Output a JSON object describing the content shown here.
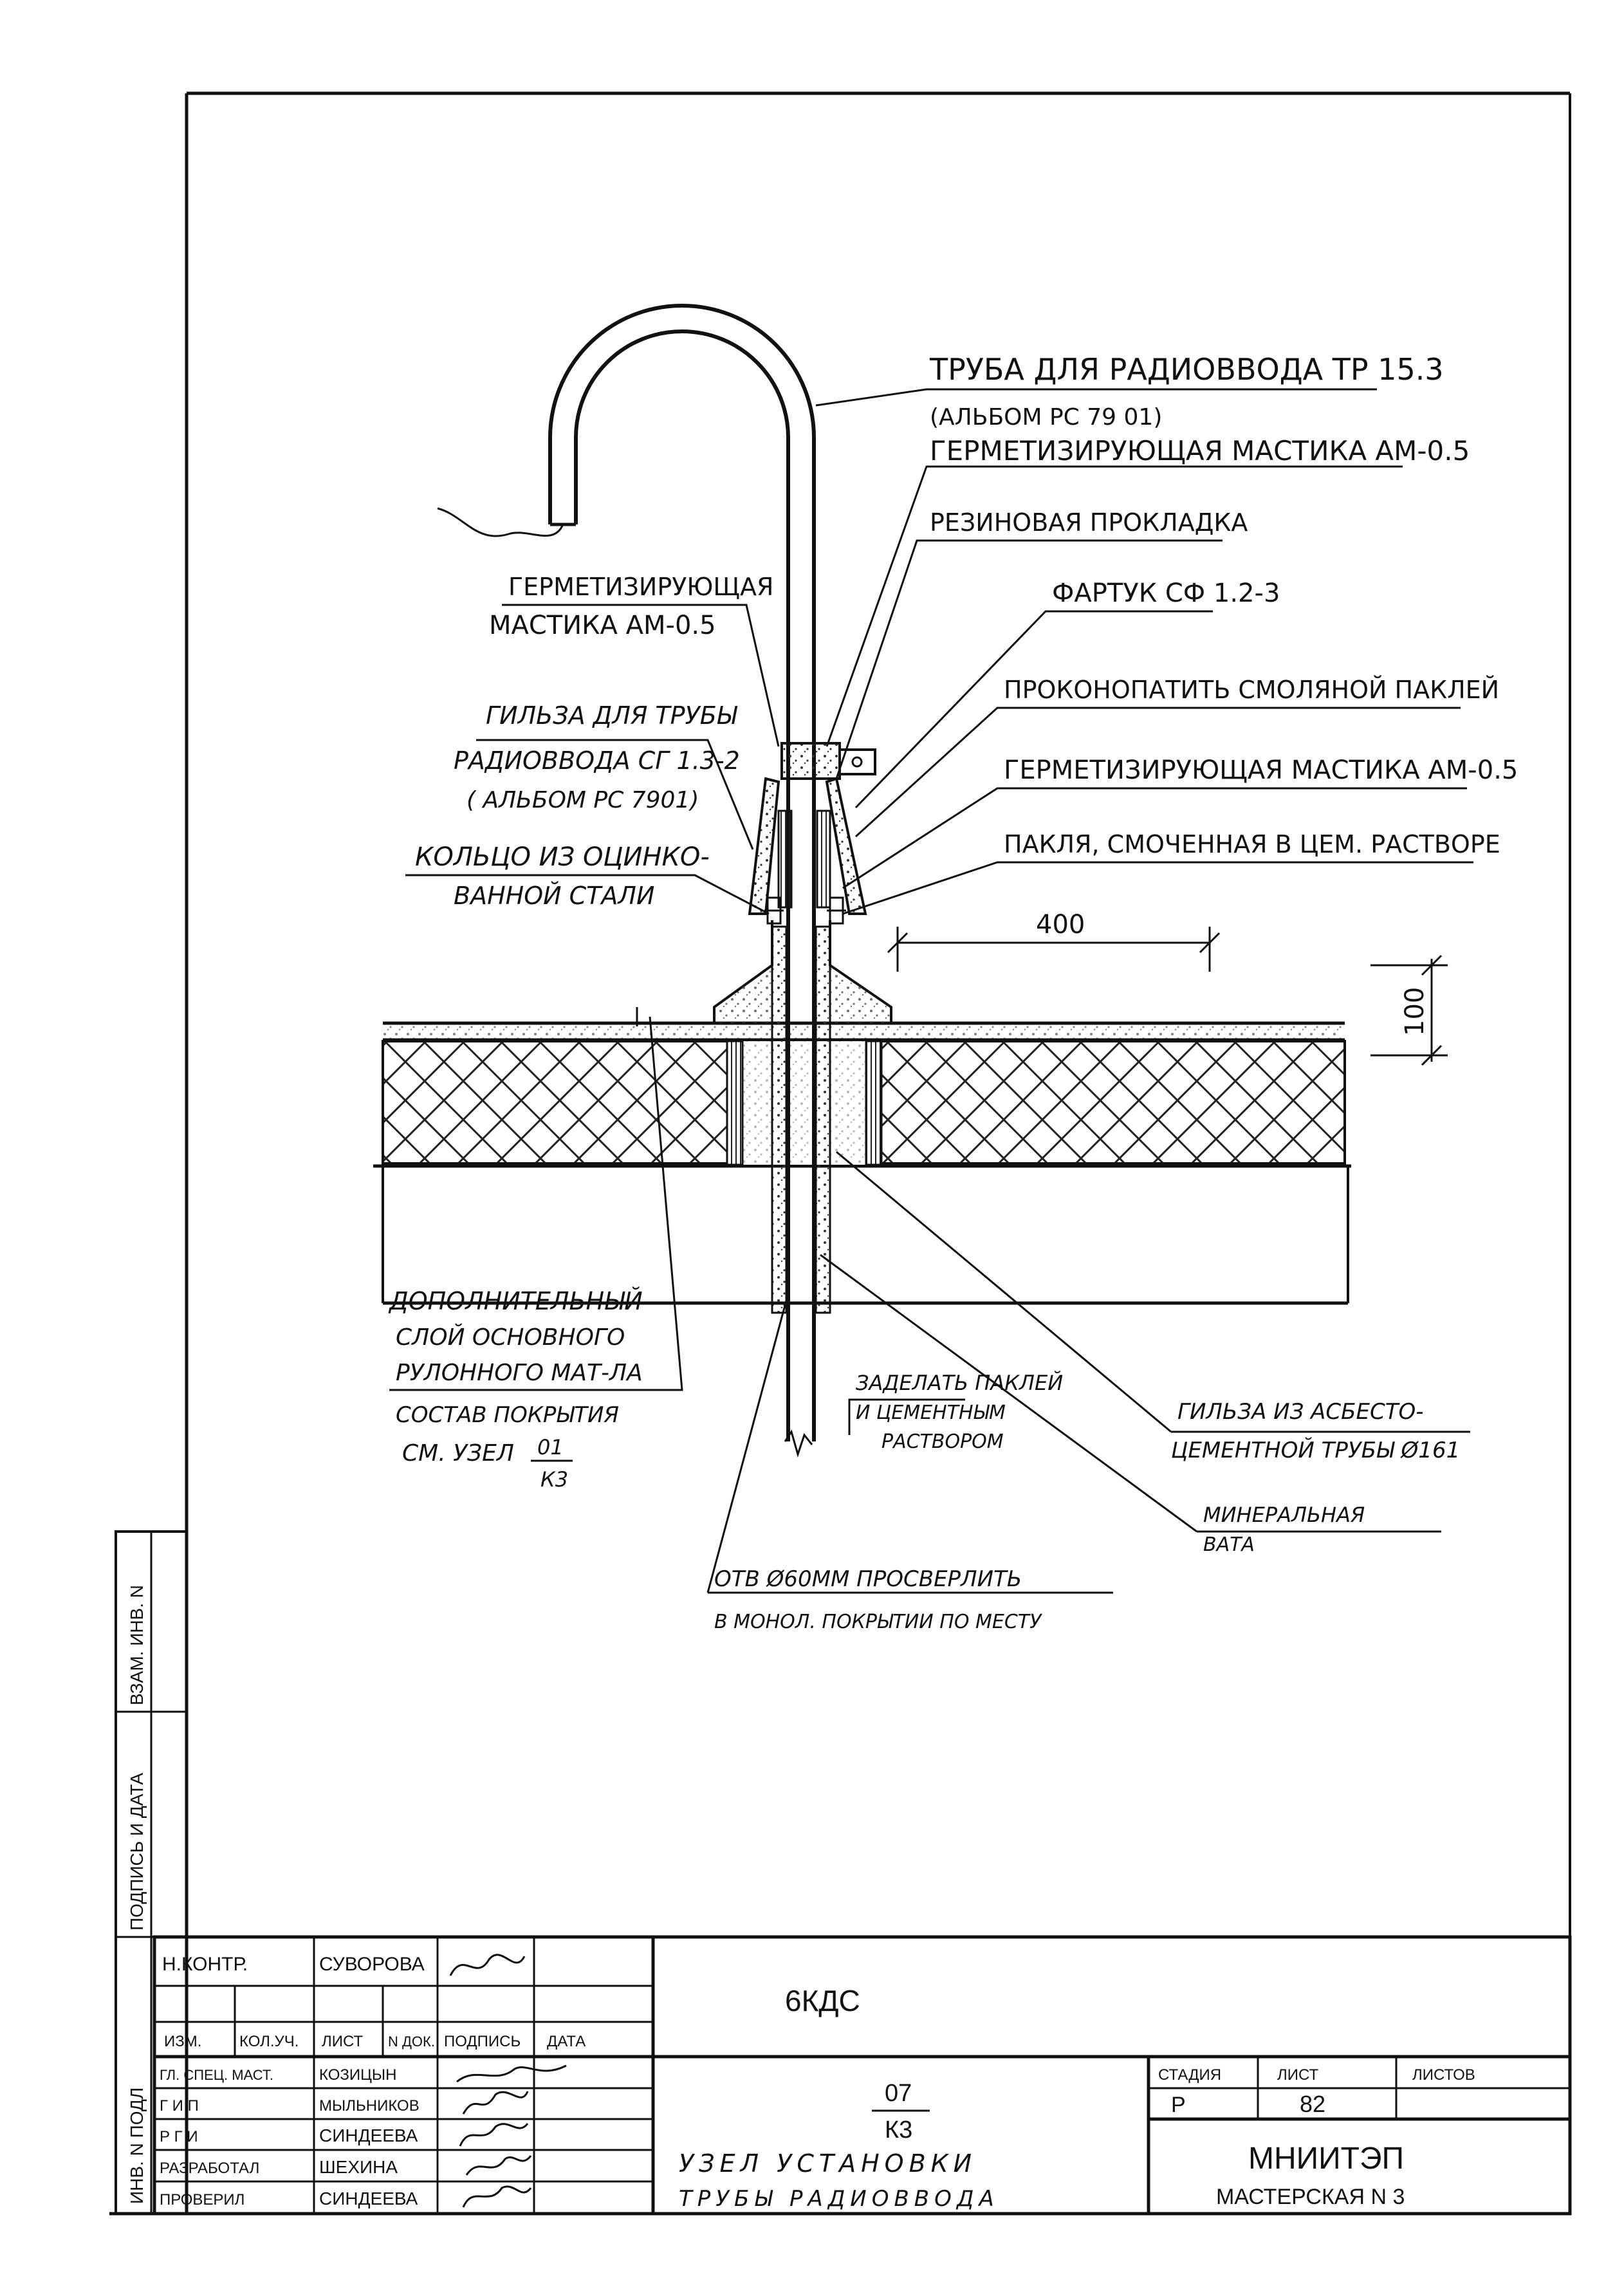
{
  "labels": {
    "pipe_l1": "ТРУБА ДЛЯ РАДИОВВОДА ТР 15.3",
    "pipe_l2": "(АЛЬБОМ РС 79 01)",
    "mastic_top": "ГЕРМЕТИЗИРУЮЩАЯ МАСТИКА АМ-0.5",
    "rubber": "РЕЗИНОВАЯ ПРОКЛАДКА",
    "apron": "ФАРТУК СФ 1.2-3",
    "caulk": "ПРОКОНОПАТИТЬ СМОЛЯНОЙ ПАКЛЕЙ",
    "mastic_mid": "ГЕРМЕТИЗИРУЮЩАЯ МАСТИКА АМ-0.5",
    "tow": "ПАКЛЯ, СМОЧЕННАЯ В ЦЕМ. РАСТВОРЕ",
    "left_mastic_l1": "ГЕРМЕТИЗИРУЮЩАЯ",
    "left_mastic_l2": "МАСТИКА АМ-0.5",
    "sleeve_l1": "ГИЛЬЗА ДЛЯ ТРУБЫ",
    "sleeve_l2": "РАДИОВВОДА СГ 1.3-2",
    "sleeve_l3": "( АЛЬБОМ РС 7901)",
    "ring_l1": "КОЛЬЦО ИЗ ОЦИНКО-",
    "ring_l2": "ВАННОЙ СТАЛИ",
    "extra_l1": "ДОПОЛНИТЕЛЬНЫЙ",
    "extra_l2": "СЛОЙ ОСНОВНОГО",
    "extra_l3": "РУЛОННОГО МАТ-ЛА",
    "extra_l4": "СОСТАВ ПОКРЫТИЯ",
    "extra_l5": "СМ. УЗЕЛ",
    "extra_num": "01",
    "extra_den": "К3",
    "seal_l1": "ЗАДЕЛАТЬ ПАКЛЕЙ",
    "seal_l2": "И ЦЕМЕНТНЫМ",
    "seal_l3": "РАСТВОРОМ",
    "asb_l1": "ГИЛЬЗА ИЗ АСБЕСТО-",
    "asb_l2": "ЦЕМЕНТНОЙ ТРУБЫ Ø161",
    "wool_l1": "МИНЕРАЛЬНАЯ",
    "wool_l2": "ВАТА",
    "hole_l1": "ОТВ Ø60ММ ПРОСВЕРЛИТЬ",
    "hole_l2": "В МОНОЛ. ПОКРЫТИИ ПО МЕСТУ",
    "dim_400": "400",
    "dim_100": "100"
  },
  "side_stamp": {
    "col1": "ВЗАМ. ИНВ. N",
    "col2": "ПОДПИСЬ И ДАТА",
    "col3": "ИНВ. N ПОДЛ"
  },
  "title_block": {
    "n_kontr": "Н.КОНТР.",
    "n_kontr_name": "СУВОРОВА",
    "izm": "ИЗМ.",
    "kol_uch": "КОЛ.УЧ.",
    "list": "ЛИСТ",
    "n_dok": "N ДОК.",
    "podpis": "ПОДПИСЬ",
    "data": "ДАТА",
    "rows": [
      {
        "role": "ГЛ. СПЕЦ. МАСТ.",
        "name": "КОЗИЦЫН"
      },
      {
        "role": "Г И П",
        "name": "МЫЛЬНИКОВ"
      },
      {
        "role": "Р Г И",
        "name": "СИНДЕЕВА"
      },
      {
        "role": "РАЗРАБОТАЛ",
        "name": "ШЕХИНА"
      },
      {
        "role": "ПРОВЕРИЛ",
        "name": "СИНДЕЕВА"
      }
    ],
    "code": "6КДС",
    "node_num": "07",
    "node_den": "К3",
    "title_l1": "УЗЕЛ УСТАНОВКИ",
    "title_l2": "ТРУБЫ РАДИОВВОДА",
    "stage_hdr": "СТАДИЯ",
    "sheet_hdr": "ЛИСТ",
    "sheets_hdr": "ЛИСТОВ",
    "stage": "Р",
    "sheet": "82",
    "sheets": "",
    "org": "МНИИТЭП",
    "dept": "МАСТЕРСКАЯ N 3"
  }
}
